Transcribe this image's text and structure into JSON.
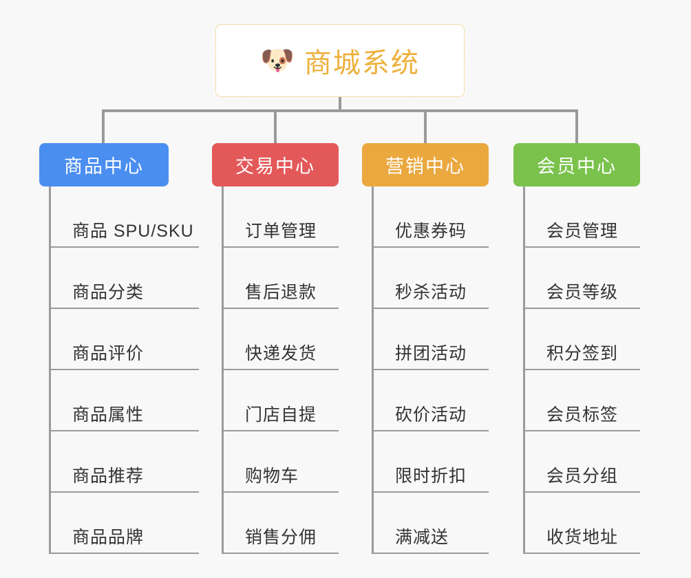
{
  "page": {
    "background_color": "#f8f8f8",
    "line_color": "#9a9a9a"
  },
  "root": {
    "title": "商城系统",
    "emoji": "🐶",
    "emoji_name": "shiba-dog-face-emoji",
    "text_color": "#eeb03c",
    "border_color": "#efb453",
    "background_color": "#ffffff"
  },
  "categories": [
    {
      "label": "商品中心",
      "color": "#4a8ef0",
      "items": [
        "商品 SPU/SKU",
        "商品分类",
        "商品评价",
        "商品属性",
        "商品推荐",
        "商品品牌"
      ]
    },
    {
      "label": "交易中心",
      "color": "#e3595a",
      "items": [
        "订单管理",
        "售后退款",
        "快递发货",
        "门店自提",
        "购物车",
        "销售分佣"
      ]
    },
    {
      "label": "营销中心",
      "color": "#eaa83f",
      "items": [
        "优惠券码",
        "秒杀活动",
        "拼团活动",
        "砍价活动",
        "限时折扣",
        "满减送"
      ]
    },
    {
      "label": "会员中心",
      "color": "#7ac24c",
      "items": [
        "会员管理",
        "会员等级",
        "积分签到",
        "会员标签",
        "会员分组",
        "收货地址"
      ]
    }
  ]
}
